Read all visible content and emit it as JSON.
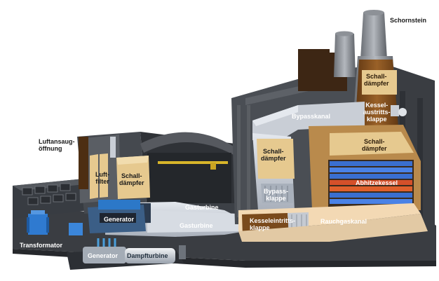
{
  "labels": {
    "schornstein": "Schornstein",
    "luftansaug": "Luftansaug-\nöffnung",
    "luftfilter": "Luft-\nfilter",
    "schalldaempfer_intake": "Schall-\ndämpfer",
    "schalldaempfer_stack": "Schall-\ndämpfer",
    "kesselaustritt": "Kessel-\naustritts-\nklappe",
    "bypasskanal": "Bypasskanal",
    "schalldaempfer_bypass": "Schall-\ndämpfer",
    "schalldaempfer_boiler": "Schall-\ndämpfer",
    "abhitzekessel": "Abhitzekessel",
    "bypassklappe": "Bypass-\nklappe",
    "gasturbine_upper": "Gasturbine",
    "gasturbine_lower": "Gasturbine",
    "generator_gt": "Generator",
    "kesseleintritt": "Kesseleintritts-\nklappe",
    "rauchgaskanal": "Rauchgaskanal",
    "transformator": "Transformator",
    "generator_st": "Generator",
    "dampfturbine": "Dampfturbine"
  },
  "colors": {
    "hall_dark": "#2c2f33",
    "hall_mid": "#4a4e54",
    "duct_light": "#c9ced6",
    "silencer": "#e6c98f",
    "brown": "#7a4a1c",
    "boiler_blue": "#3a6fd0",
    "boiler_red": "#d5502a",
    "transformer_blue": "#2f7ad0"
  }
}
